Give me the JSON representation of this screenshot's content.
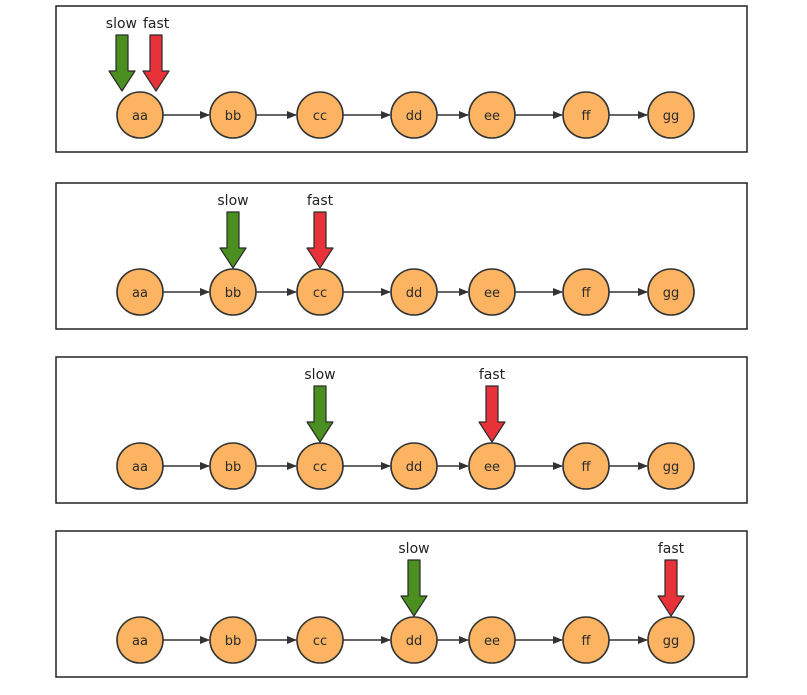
{
  "nodes": [
    "aa",
    "bb",
    "cc",
    "dd",
    "ee",
    "ff",
    "gg"
  ],
  "pointers": {
    "slow": {
      "label": "slow",
      "color": "#4a8f1f"
    },
    "fast": {
      "label": "fast",
      "color": "#e8323a"
    }
  },
  "steps": [
    {
      "slow": 0,
      "fast": 0
    },
    {
      "slow": 1,
      "fast": 2
    },
    {
      "slow": 2,
      "fast": 4
    },
    {
      "slow": 3,
      "fast": 6
    }
  ],
  "colors": {
    "node_fill": "#fcb462",
    "node_stroke": "#333333",
    "panel_border": "#222222",
    "link": "#333333"
  }
}
